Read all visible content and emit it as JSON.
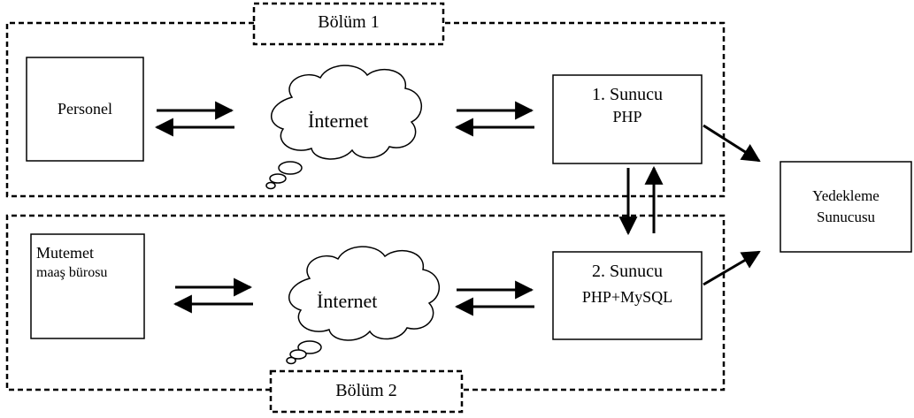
{
  "section1": {
    "title": "Bölüm 1"
  },
  "section2": {
    "title": "Bölüm 2"
  },
  "personnel": {
    "label": "Personel"
  },
  "payroll": {
    "line1": "Mutemet",
    "line2": "maaş bürosu"
  },
  "internet1": {
    "label": "İnternet"
  },
  "internet2": {
    "label": "İnternet"
  },
  "server1": {
    "line1": "1. Sunucu",
    "line2": "PHP"
  },
  "server2": {
    "line1": "2. Sunucu",
    "line2": "PHP+MySQL"
  },
  "backup": {
    "line1": "Yedekleme",
    "line2": "Sunucusu"
  }
}
